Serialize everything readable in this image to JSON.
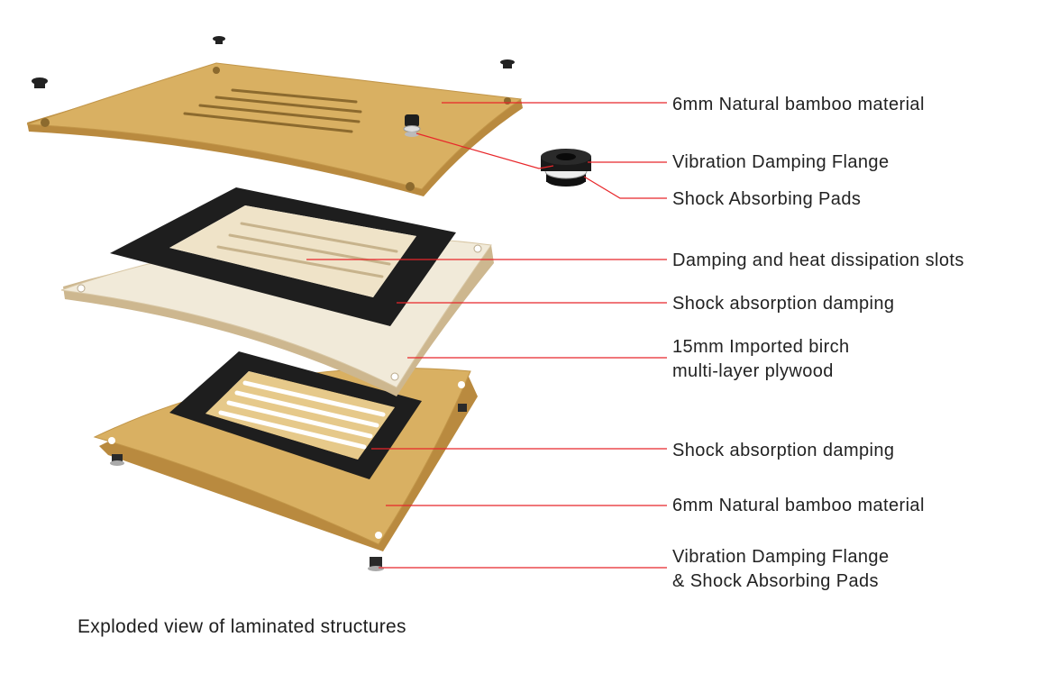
{
  "colors": {
    "leader_line": "#e8262a",
    "bamboo": "#d9b062",
    "bamboo_edge": "#b98a3f",
    "birch": "#f1ead9",
    "birch_edge": "#cdb78f",
    "damping_pad": "#1e1e1e",
    "text": "#222222"
  },
  "labels": {
    "bamboo_top": "6mm Natural bamboo material",
    "flange_top": "Vibration Damping Flange",
    "pads_top": "Shock Absorbing Pads",
    "slots": "Damping and heat dissipation slots",
    "damping_upper": "Shock absorption damping",
    "birch_line1": "15mm Imported birch",
    "birch_line2": "multi-layer plywood",
    "damping_lower": "Shock absorption damping",
    "bamboo_bottom": "6mm Natural bamboo material",
    "flange_bottom_line1": "Vibration Damping Flange",
    "flange_bottom_line2": "& Shock Absorbing Pads"
  },
  "caption": "Exploded view of laminated structures"
}
